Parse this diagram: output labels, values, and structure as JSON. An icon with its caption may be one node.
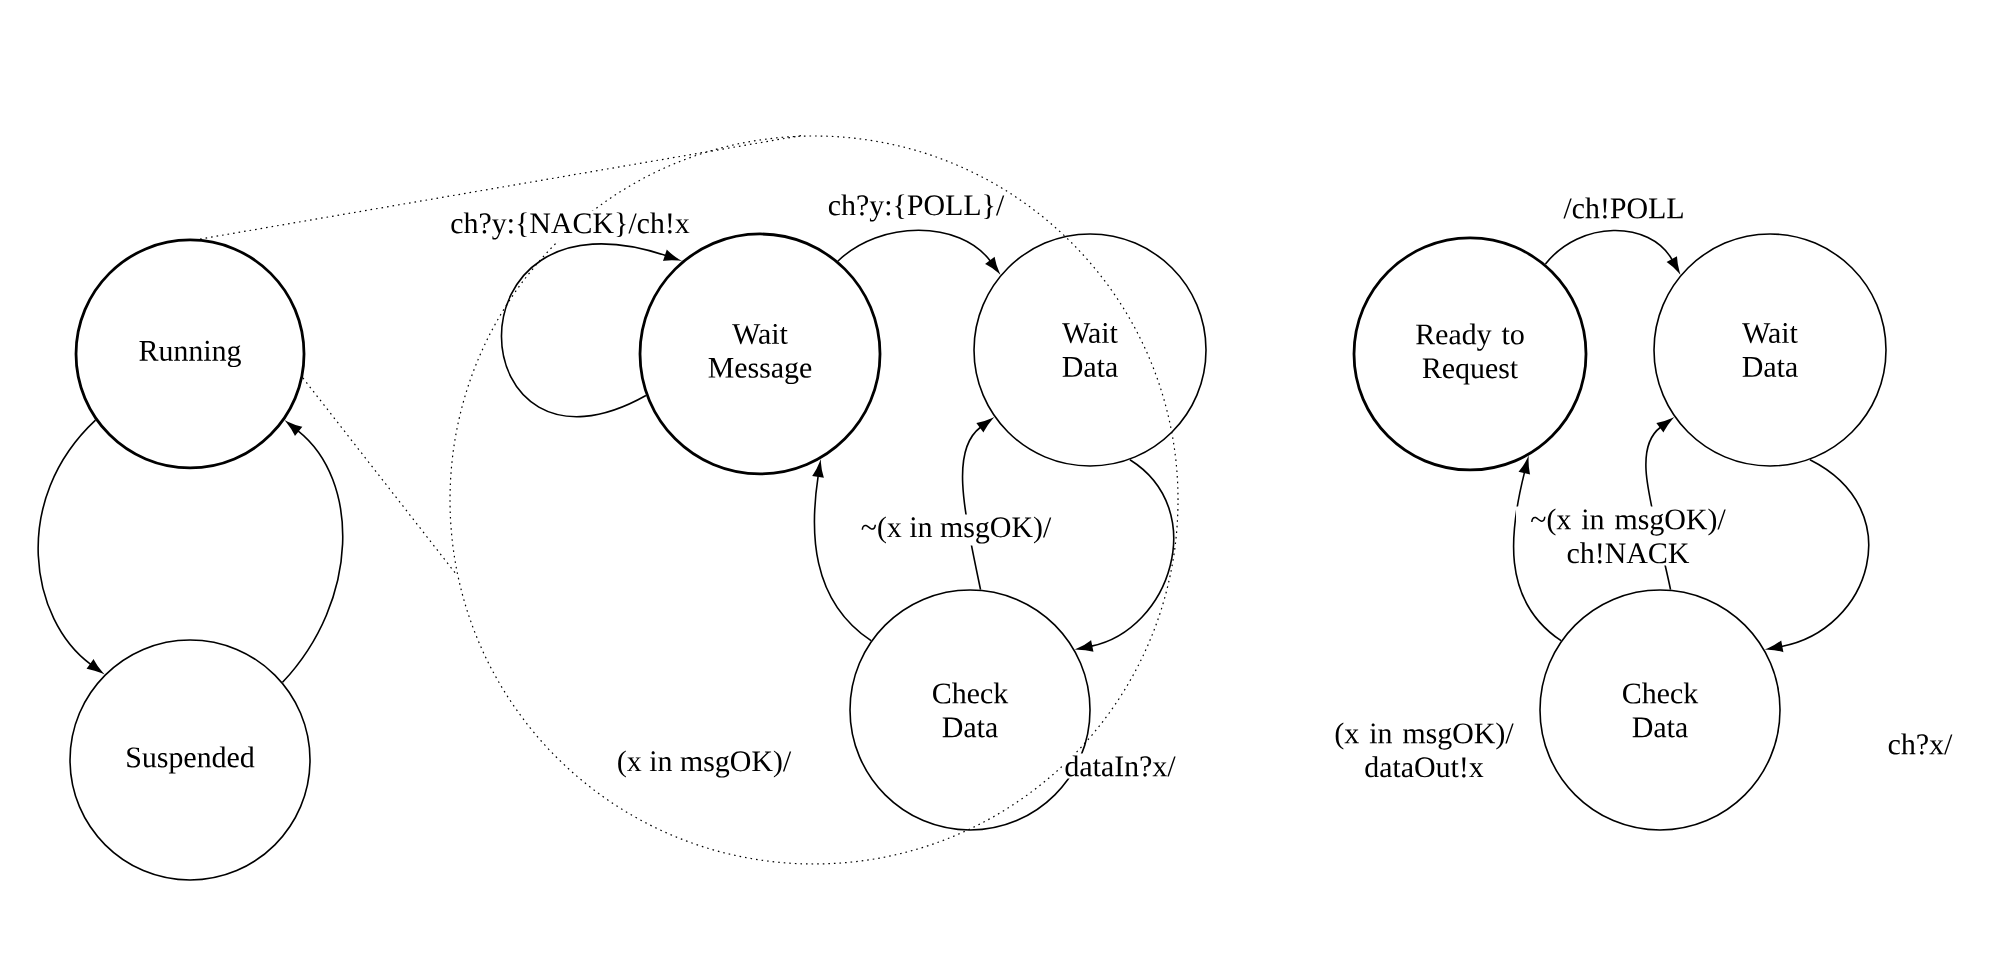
{
  "diagram": {
    "nodes": [
      {
        "text": [
          "Running"
        ]
      },
      {
        "text": [
          "Suspended"
        ]
      },
      {
        "text": [],
        "shape": "circle"
      },
      {
        "text": [
          "Wait Message"
        ],
        "in": 2
      },
      {
        "text": [
          "Wait Data"
        ],
        "in": 2
      },
      {
        "text": [
          "Check Data"
        ],
        "in": 2
      },
      {
        "text": [
          "Ready to Request"
        ]
      },
      {
        "text": [
          "Wait Data"
        ]
      },
      {
        "text": [
          "Check Data"
        ]
      }
    ],
    "edges": [
      {
        "from": 0,
        "to": 1,
        "arrow": "to"
      },
      {
        "from": 1,
        "to": 0,
        "arrow": "to"
      },
      {
        "from": 0,
        "to": 2,
        "arrow": "none",
        "style": "dashed"
      },
      {
        "from": 0,
        "to": 2,
        "arrow": "none",
        "style": "dashed"
      },
      {
        "from": 3,
        "to": 3,
        "arrow": "to",
        "label": "ch?y:{NACK}/ch!x"
      },
      {
        "from": 3,
        "to": 4,
        "arrow": "to",
        "label": "ch?y:{POLL}/"
      },
      {
        "from": 4,
        "to": 5,
        "arrow": "to",
        "label": "dataIn?x/"
      },
      {
        "from": 5,
        "to": 4,
        "arrow": "to",
        "label": "~(x in msgOK)/"
      },
      {
        "from": 5,
        "to": 3,
        "arrow": "to",
        "label": "(x in msgOK)/"
      },
      {
        "from": 6,
        "to": 7,
        "arrow": "to",
        "label": "/ch!POLL"
      },
      {
        "from": 7,
        "to": 8,
        "arrow": "to",
        "label": "ch?x/"
      },
      {
        "from": 8,
        "to": 7,
        "arrow": "to",
        "label": "~(x in msgOK)/ ch!NACK"
      },
      {
        "from": 8,
        "to": 6,
        "arrow": "to",
        "label": "(x in msgOK)/ dataOut!x"
      }
    ]
  }
}
